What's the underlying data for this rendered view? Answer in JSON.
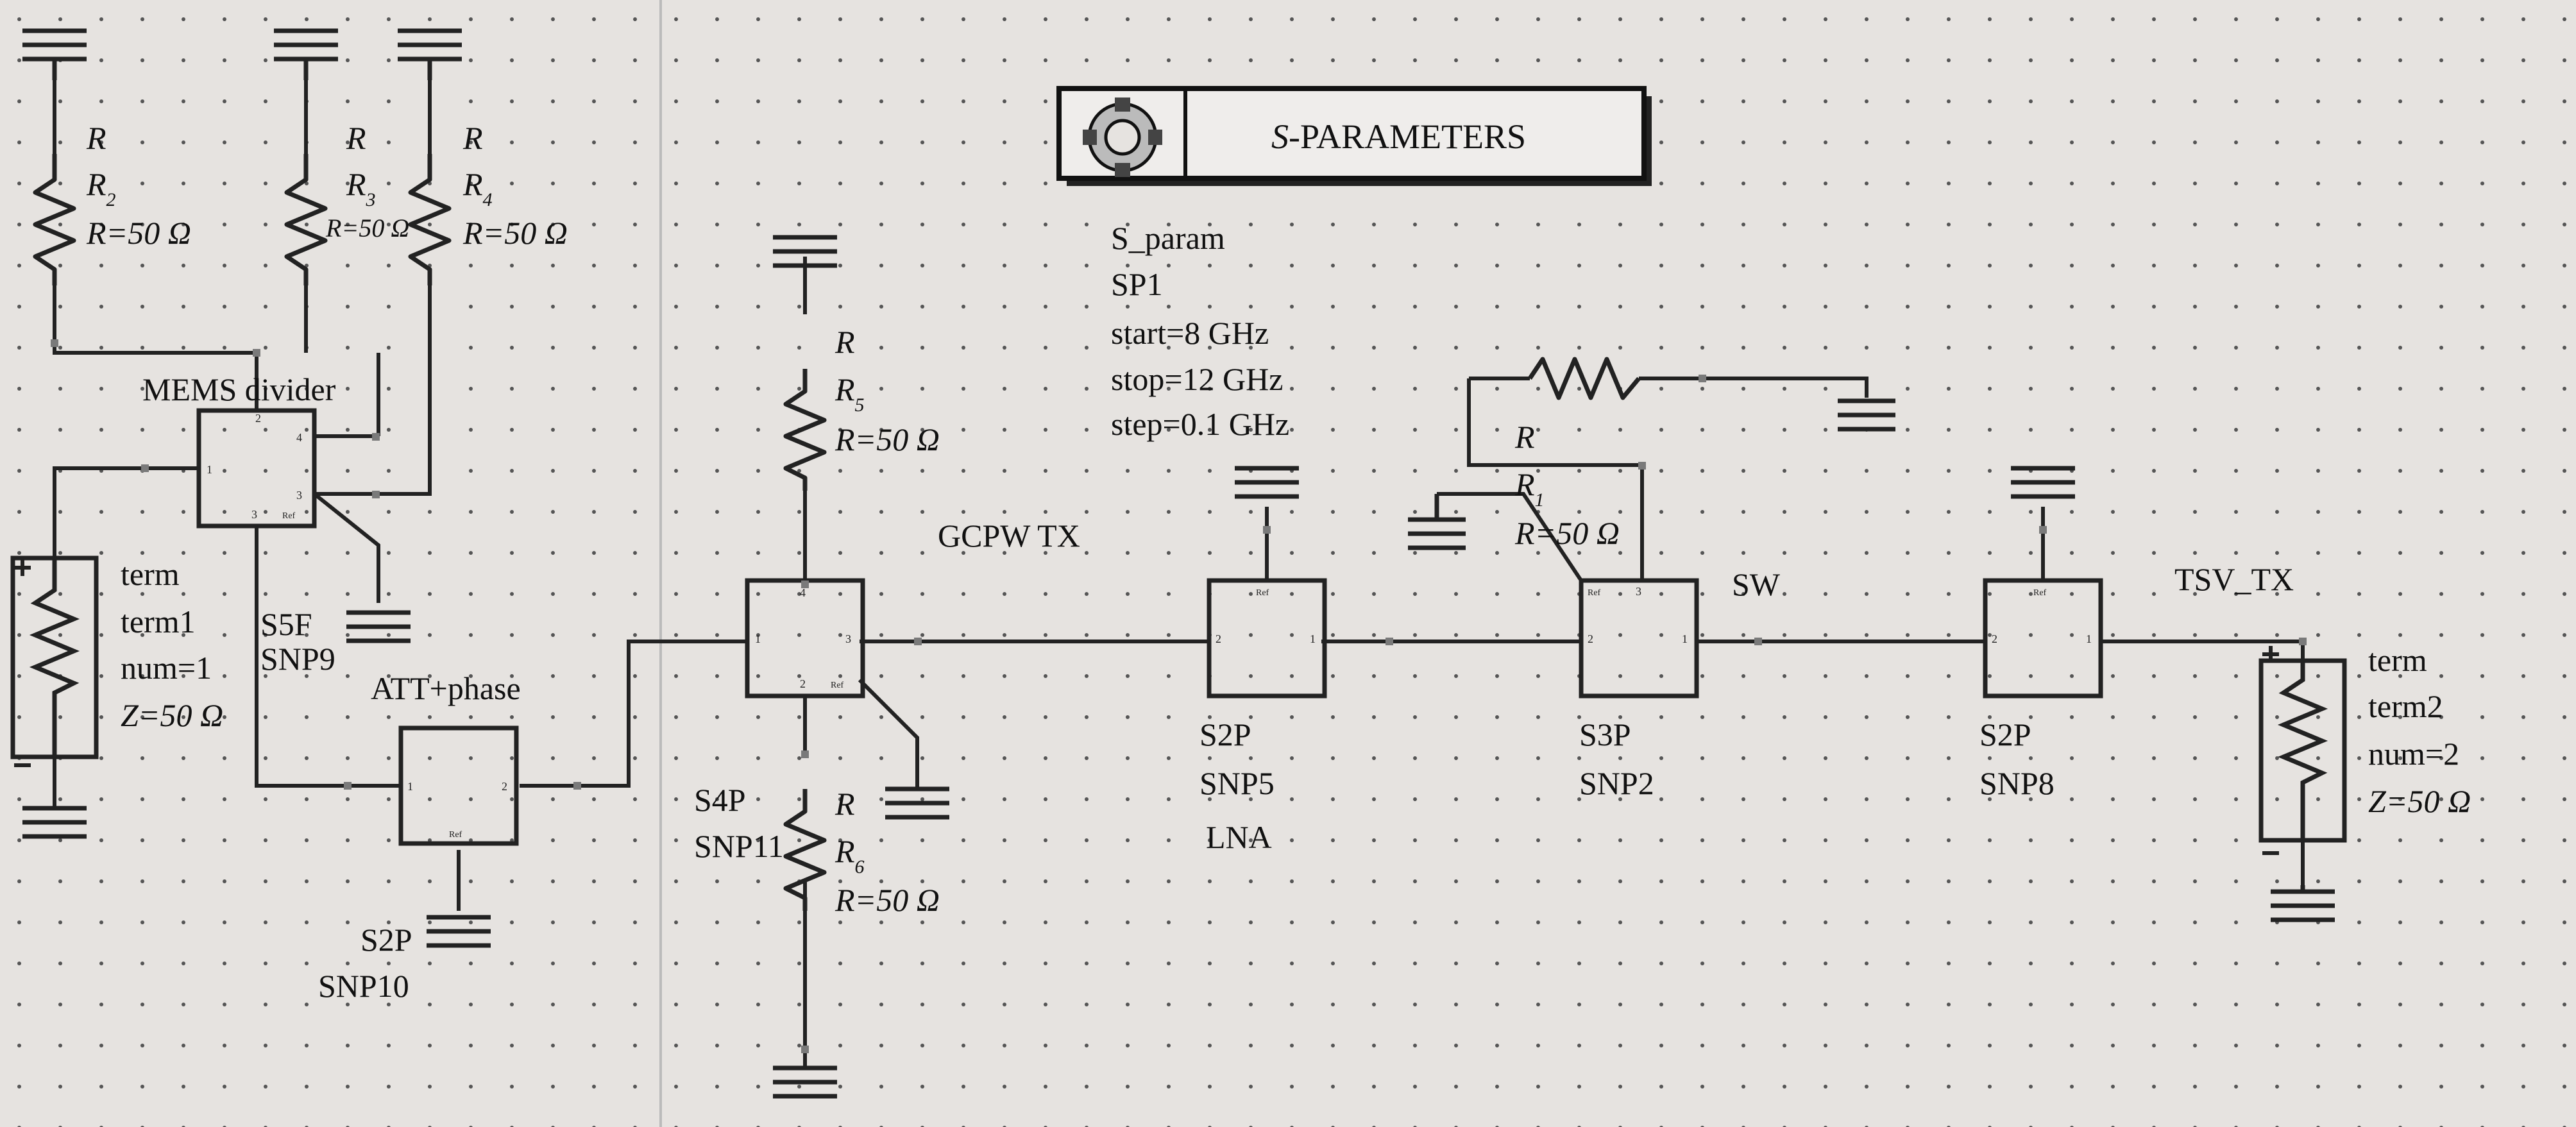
{
  "colors": {
    "background": "#e6e3e0",
    "wire": "#222222",
    "grid_dot": "#555555",
    "node": "#7a7a7a"
  },
  "icons": [
    "ground-icon",
    "resistor-icon",
    "s-parameter-gear-icon"
  ],
  "sim": {
    "title_italic": "S",
    "title_rest": "-PARAMETERS",
    "name": "S_param",
    "inst": "SP1",
    "start": "start=8 GHz",
    "stop": "stop=12 GHz",
    "step": "step=0.1 GHz"
  },
  "labels": {
    "gcpw": "GCPW TX",
    "sw": "SW",
    "tsv": "TSV_TX",
    "mems": "MEMS divider",
    "att": "ATT+phase",
    "lna": "LNA"
  },
  "resistors": {
    "r2": {
      "type": "R",
      "name": "R",
      "sub": "2",
      "value": "R=50 Ω"
    },
    "r3": {
      "type": "R",
      "name": "R",
      "sub": "3",
      "value": "R=50 Ω"
    },
    "r4": {
      "type": "R",
      "name": "R",
      "sub": "4",
      "value": "R=50 Ω"
    },
    "r5": {
      "type": "R",
      "name": "R",
      "sub": "5",
      "value": "R=50 Ω"
    },
    "r6": {
      "type": "R",
      "name": "R",
      "sub": "6",
      "value": "R=50 Ω"
    },
    "r1": {
      "type": "R",
      "name": "R",
      "sub": "1",
      "value": "R=50 Ω"
    }
  },
  "terms": {
    "term1": {
      "type": "term",
      "name": "term1",
      "num": "num=1",
      "z": "Z=50 Ω"
    },
    "term2": {
      "type": "term",
      "name": "term2",
      "num": "num=2",
      "z": "Z=50 Ω"
    }
  },
  "blocks": {
    "snp9": {
      "type": "S5F",
      "name": "SNP9"
    },
    "snp10": {
      "type": "S2P",
      "name": "SNP10"
    },
    "snp11": {
      "type": "S4P",
      "name": "SNP11"
    },
    "snp5": {
      "type": "S2P",
      "name": "SNP5"
    },
    "snp2": {
      "type": "S3P",
      "name": "SNP2"
    },
    "snp8": {
      "type": "S2P",
      "name": "SNP8"
    }
  },
  "ports": {
    "p1": "1",
    "p2": "2",
    "p3": "3",
    "p4": "4",
    "ref": "Ref"
  }
}
